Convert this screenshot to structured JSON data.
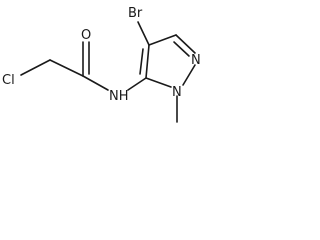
{
  "molecule": {
    "atoms": {
      "chlorine": "Cl",
      "carbonyl_oxygen": "O",
      "amide_nitrogen": "NH",
      "bromine": "Br",
      "ring_nitrogen_2": "N",
      "ring_nitrogen_1": "N"
    }
  },
  "colors": {
    "bond": "#1a1a1a",
    "label": "#1a1a1a",
    "background": "#ffffff"
  }
}
